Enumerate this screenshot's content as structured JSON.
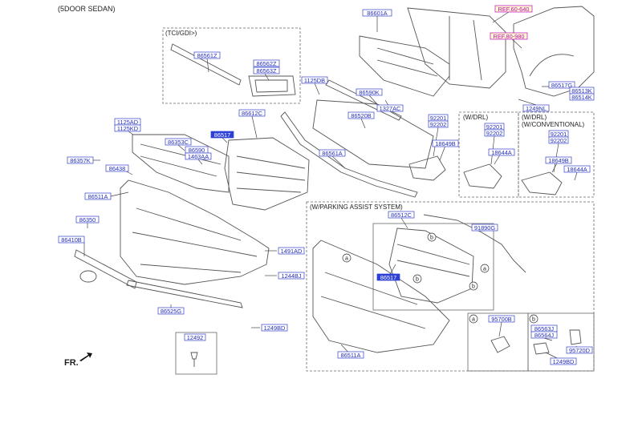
{
  "header": "(5DOOR SEDAN)",
  "boxes": {
    "tci": "(TCI/GDI>)",
    "wdrl": "(W/DRL)",
    "wconv1": "(W/DRL)",
    "wconv2": "(W/CONVENTIONAL)",
    "parking": "(W/PARKING ASSIST SYSTEM)"
  },
  "direction": "FR.",
  "colors": {
    "label_border": "#3340cc",
    "label_text": "#2530b8",
    "label_highlight": "#2c3fd6",
    "ref_text": "#c000c0",
    "line": "#444444"
  },
  "labels": [
    {
      "id": "86601A",
      "text": "86601A"
    },
    {
      "id": "ref1",
      "text": "REF.60-640",
      "kind": "ref"
    },
    {
      "id": "ref2",
      "text": "REF.80-980",
      "kind": "ref"
    },
    {
      "id": "86561Z",
      "text": "86561Z"
    },
    {
      "id": "86562Z",
      "text": "86562Z"
    },
    {
      "id": "86563Z",
      "text": "86563Z"
    },
    {
      "id": "1125DB",
      "text": "1125DB"
    },
    {
      "id": "86590K",
      "text": "86590K"
    },
    {
      "id": "86517G",
      "text": "86517G"
    },
    {
      "id": "86513K",
      "text": "86513K"
    },
    {
      "id": "86514K",
      "text": "86514K"
    },
    {
      "id": "1327AC",
      "text": "1327AC"
    },
    {
      "id": "1249NL",
      "text": "1249NL"
    },
    {
      "id": "86520B",
      "text": "86520B"
    },
    {
      "id": "92201a",
      "text": "92201"
    },
    {
      "id": "92202a",
      "text": "92202"
    },
    {
      "id": "92201b",
      "text": "92201"
    },
    {
      "id": "92202b",
      "text": "92202"
    },
    {
      "id": "92201c",
      "text": "92201"
    },
    {
      "id": "92202c",
      "text": "92202"
    },
    {
      "id": "18649Ba",
      "text": "18649B"
    },
    {
      "id": "18644Aa",
      "text": "18644A"
    },
    {
      "id": "18649Bb",
      "text": "18649B"
    },
    {
      "id": "18644Ab",
      "text": "18644A"
    },
    {
      "id": "1125AD",
      "text": "1125AD"
    },
    {
      "id": "1125KD",
      "text": "1125KD"
    },
    {
      "id": "86612C",
      "text": "86612C"
    },
    {
      "id": "86517a",
      "text": "86517",
      "kind": "hl"
    },
    {
      "id": "86353C",
      "text": "86353C"
    },
    {
      "id": "86590",
      "text": "86590"
    },
    {
      "id": "1463AA",
      "text": "1463AA"
    },
    {
      "id": "86357K",
      "text": "86357K"
    },
    {
      "id": "86438",
      "text": "86438"
    },
    {
      "id": "86561A",
      "text": "86561A"
    },
    {
      "id": "86511Aa",
      "text": "86511A"
    },
    {
      "id": "86350",
      "text": "86350"
    },
    {
      "id": "86410B",
      "text": "86410B"
    },
    {
      "id": "1491AD",
      "text": "1491AD"
    },
    {
      "id": "1244BJ",
      "text": "1244BJ"
    },
    {
      "id": "86525G",
      "text": "86525G"
    },
    {
      "id": "1249BD",
      "text": "1249BD"
    },
    {
      "id": "12492",
      "text": "12492"
    },
    {
      "id": "86512C",
      "text": "86512C"
    },
    {
      "id": "91890G",
      "text": "91890G"
    },
    {
      "id": "86517b",
      "text": "86517",
      "kind": "hl"
    },
    {
      "id": "86511Ab",
      "text": "86511A"
    },
    {
      "id": "95700B",
      "text": "95700B"
    },
    {
      "id": "86563J",
      "text": "86563J"
    },
    {
      "id": "86564J",
      "text": "86564J"
    },
    {
      "id": "95720D",
      "text": "95720D"
    },
    {
      "id": "1249BDb",
      "text": "1249BD"
    }
  ],
  "circle_marks": [
    "a",
    "b",
    "a",
    "b",
    "b",
    "a",
    "b"
  ]
}
